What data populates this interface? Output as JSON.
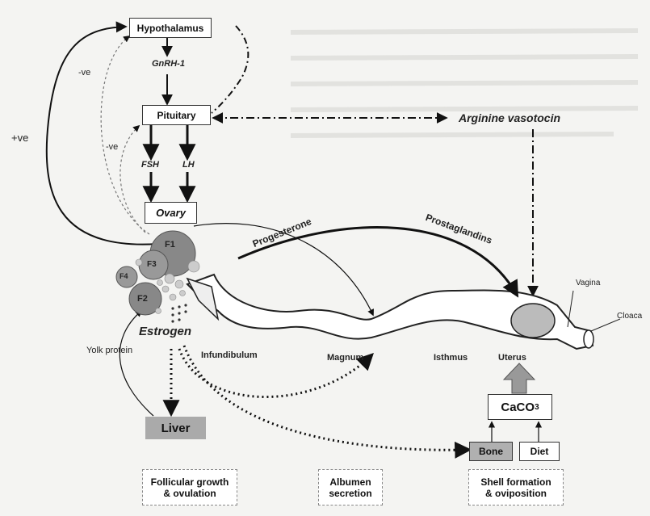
{
  "hypothalamus": "Hypothalamus",
  "gnrh": "GnRH-1",
  "pituitary": "Pituitary",
  "fsh": "FSH",
  "lh": "LH",
  "ovary": "Ovary",
  "avt": "Arginine vasotocin",
  "neg1": "-ve",
  "neg2": "-ve",
  "pos": "+ve",
  "progesterone": "Progesterone",
  "prostaglandins": "Prostaglandins",
  "follicles": {
    "f1": "F1",
    "f2": "F2",
    "f3": "F3",
    "f4": "F4"
  },
  "estrogen": "Estrogen",
  "yolk_protein": "Yolk protein",
  "liver": "Liver",
  "oviduct": {
    "infundibulum": "Infundibulum",
    "magnum": "Magnum",
    "isthmus": "Isthmus",
    "uterus": "Uterus",
    "vagina": "Vagina",
    "cloaca": "Cloaca"
  },
  "caco3": {
    "base": "CaCO",
    "sub": "3"
  },
  "bone": "Bone",
  "diet": "Diet",
  "bottom": {
    "follicular_1": "Follicular growth",
    "follicular_2": "& ovulation",
    "albumen_1": "Albumen",
    "albumen_2": "secretion",
    "shell_1": "Shell formation",
    "shell_2": "& oviposition"
  }
}
